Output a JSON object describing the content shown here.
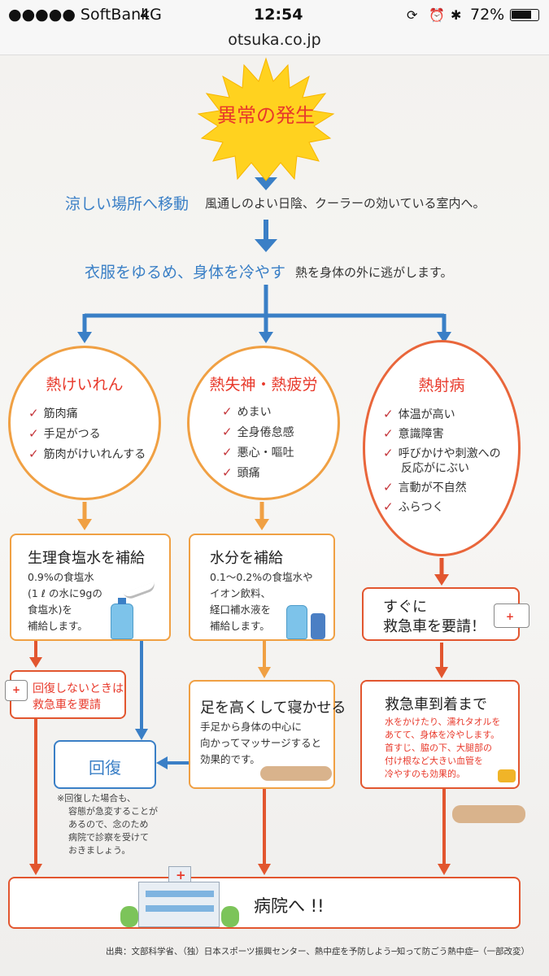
{
  "status": {
    "carrier": "●●●●● SoftBank",
    "network": "4G",
    "time": "12:54",
    "battery": "72%"
  },
  "browser": {
    "url": "otsuka.co.jp"
  },
  "flow": {
    "start": "異常の発生",
    "step1": {
      "title": "涼しい場所へ移動",
      "desc": "風通しのよい日陰、クーラーの効いている室内へ。"
    },
    "step2": {
      "title": "衣服をゆるめ、身体を冷やす",
      "desc": "熱を身体の外に逃がします。"
    },
    "branches": [
      {
        "title": "熱けいれん",
        "symptoms": [
          "筋肉痛",
          "手足がつる",
          "筋肉がけいれんする"
        ],
        "action_title": "生理食塩水を補給",
        "action_lines": [
          "0.9%の食塩水",
          "(1 ℓ の水に9gの",
          "食塩水)を",
          "補給します。"
        ],
        "fallback": [
          "回復しないときは",
          "救急車を要請"
        ]
      },
      {
        "title": "熱失神・熱疲労",
        "symptoms": [
          "めまい",
          "全身倦怠感",
          "悪心・嘔吐",
          "頭痛"
        ],
        "action_title": "水分を補給",
        "action_lines": [
          "0.1〜0.2%の食塩水や",
          "イオン飲料、",
          "経口補水液を",
          "補給します。"
        ],
        "rest_title": "足を高くして寝かせる",
        "rest_lines": [
          "手足から身体の中心に",
          "向かってマッサージすると",
          "効果的です。"
        ]
      },
      {
        "title": "熱射病",
        "symptoms": [
          "体温が高い",
          "意識障害",
          "呼びかけや刺激への",
          "反応がにぶい",
          "言動が不自然",
          "ふらつく"
        ],
        "action_lines": [
          "すぐに",
          "救急車を要請！"
        ],
        "arrival_title": "救急車到着まで",
        "arrival_lines": [
          "水をかけたり、濡れタオルを",
          "あてて、身体を冷やします。",
          "首すじ、脇の下、大腿部の",
          "付け根など大きい血管を",
          "冷やすのも効果的。"
        ]
      }
    ],
    "recovery": "回復",
    "recovery_note": [
      "※回復した場合も、",
      "容態が急変することが",
      "あるので、念のため",
      "病院で診察を受けて",
      "おきましょう。"
    ],
    "hospital": "病院へ !!",
    "source": "出典：文部科学省、（独）日本スポーツ振興センター、熱中症を予防しよう─知って防ごう熱中症─（一部改変）"
  },
  "colors": {
    "blue": "#3a7fc6",
    "orange": "#f0a043",
    "red": "#e2562f",
    "sun": "#ffd21f"
  }
}
